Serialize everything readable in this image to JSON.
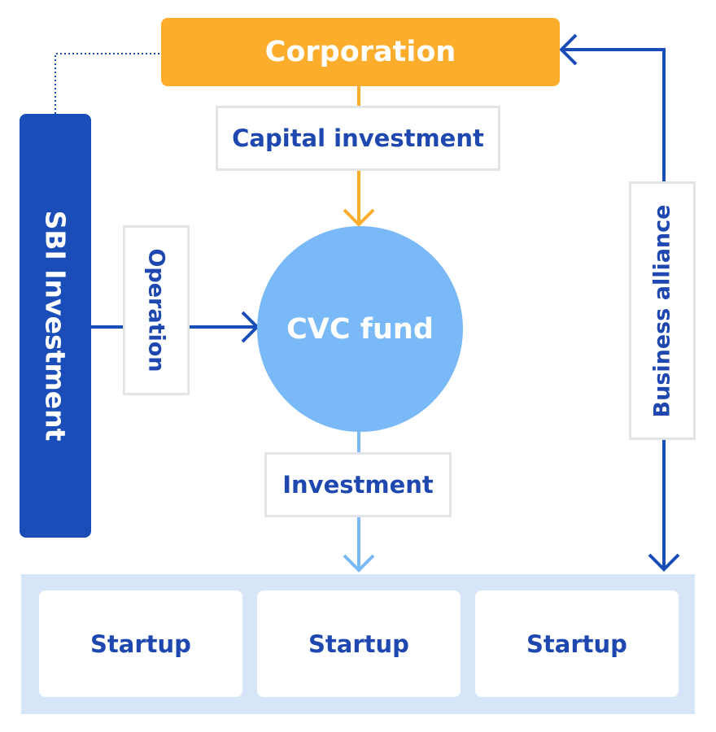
{
  "nodes": {
    "corporation": "Corporation",
    "sbi": "SBI Investment",
    "cvc_fund": "CVC fund"
  },
  "flows": {
    "capital_investment": "Capital investment",
    "operation": "Operation",
    "investment": "Investment",
    "business_alliance": "Business alliance"
  },
  "startups": [
    "Startup",
    "Startup",
    "Startup"
  ],
  "colors": {
    "corporation": "#fcad2c",
    "sbi": "#1b4db9",
    "fund": "#7ab9f8",
    "label_text": "#1e48b0",
    "startup_area": "#d6e6f8",
    "label_border": "#e2e5e8"
  }
}
